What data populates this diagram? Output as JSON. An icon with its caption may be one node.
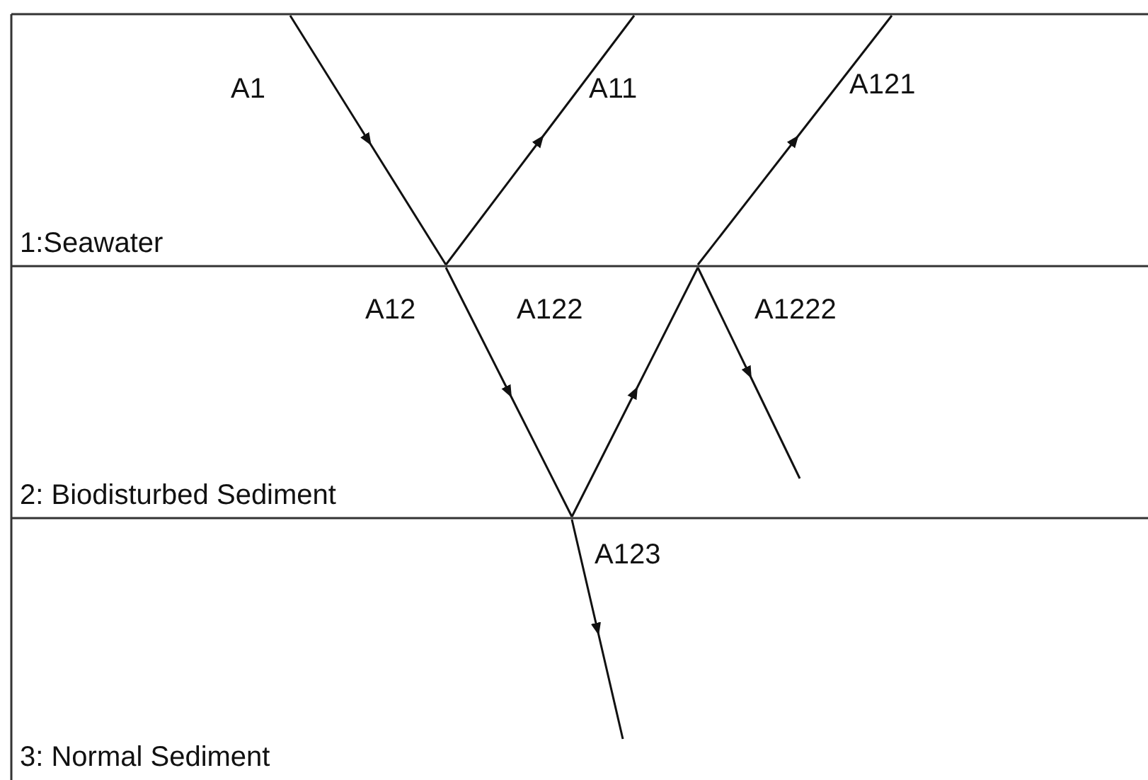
{
  "diagram": {
    "labels": [
      "A1",
      "A11",
      "A121",
      "1:Seawater",
      "A12",
      "A122",
      "A1222",
      "2: Biodisturbed Sediment",
      "A123",
      "3: Normal Sediment"
    ]
  }
}
